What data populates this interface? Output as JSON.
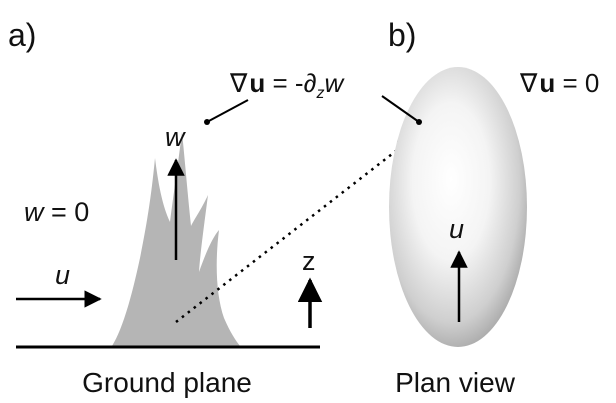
{
  "panels": {
    "a": {
      "label": "a)",
      "caption": "Ground plane",
      "w_axis": "w",
      "w_zero": {
        "var": "w",
        "rest": " = 0"
      },
      "u_arrow": "u",
      "z_axis": "z"
    },
    "b": {
      "label": "b)",
      "caption": "Plan view",
      "u_arrow": "u"
    }
  },
  "equations": {
    "divergence_w": {
      "nabla": "∇",
      "u": "u",
      "eq": " = -",
      "partial": "∂",
      "sub": "z",
      "w": "w"
    },
    "divergence_zero": {
      "nabla": "∇",
      "u": "u",
      "rest": " = 0"
    }
  },
  "colors": {
    "plume_fill": "#b3b3b3",
    "ellipse_edge": "#a0a0a0",
    "ellipse_center": "#ffffff",
    "line": "#000000"
  }
}
